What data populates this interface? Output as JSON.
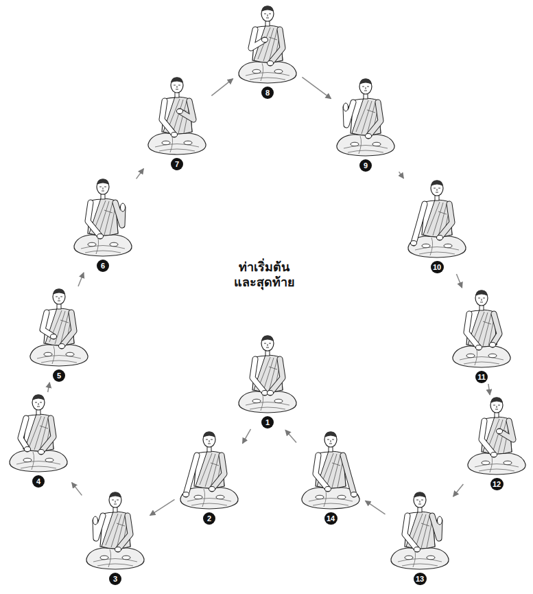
{
  "diagram": {
    "title": "ท่าเริ่มต้น และสุดท้าย",
    "nodes": [
      {
        "text": [
          "1"
        ]
      },
      {
        "text": [
          "2"
        ]
      },
      {
        "text": [
          "3"
        ]
      },
      {
        "text": [
          "4"
        ]
      },
      {
        "text": [
          "5"
        ]
      },
      {
        "text": [
          "6"
        ]
      },
      {
        "text": [
          "7"
        ]
      },
      {
        "text": [
          "8"
        ]
      },
      {
        "text": [
          "9"
        ]
      },
      {
        "text": [
          "10"
        ]
      },
      {
        "text": [
          "11"
        ]
      },
      {
        "text": [
          "12"
        ]
      },
      {
        "text": [
          "13"
        ]
      },
      {
        "text": [
          "14"
        ]
      }
    ],
    "edges": [
      {
        "from": 0,
        "to": 1,
        "arrow": "to"
      },
      {
        "from": 1,
        "to": 2,
        "arrow": "to"
      },
      {
        "from": 2,
        "to": 3,
        "arrow": "to"
      },
      {
        "from": 3,
        "to": 4,
        "arrow": "to"
      },
      {
        "from": 4,
        "to": 5,
        "arrow": "to"
      },
      {
        "from": 5,
        "to": 6,
        "arrow": "to"
      },
      {
        "from": 6,
        "to": 7,
        "arrow": "to"
      },
      {
        "from": 7,
        "to": 8,
        "arrow": "to"
      },
      {
        "from": 8,
        "to": 9,
        "arrow": "to"
      },
      {
        "from": 9,
        "to": 10,
        "arrow": "to"
      },
      {
        "from": 10,
        "to": 11,
        "arrow": "to"
      },
      {
        "from": 11,
        "to": 12,
        "arrow": "to"
      },
      {
        "from": 12,
        "to": 13,
        "arrow": "to"
      },
      {
        "from": 13,
        "to": 0,
        "arrow": "to"
      }
    ]
  }
}
